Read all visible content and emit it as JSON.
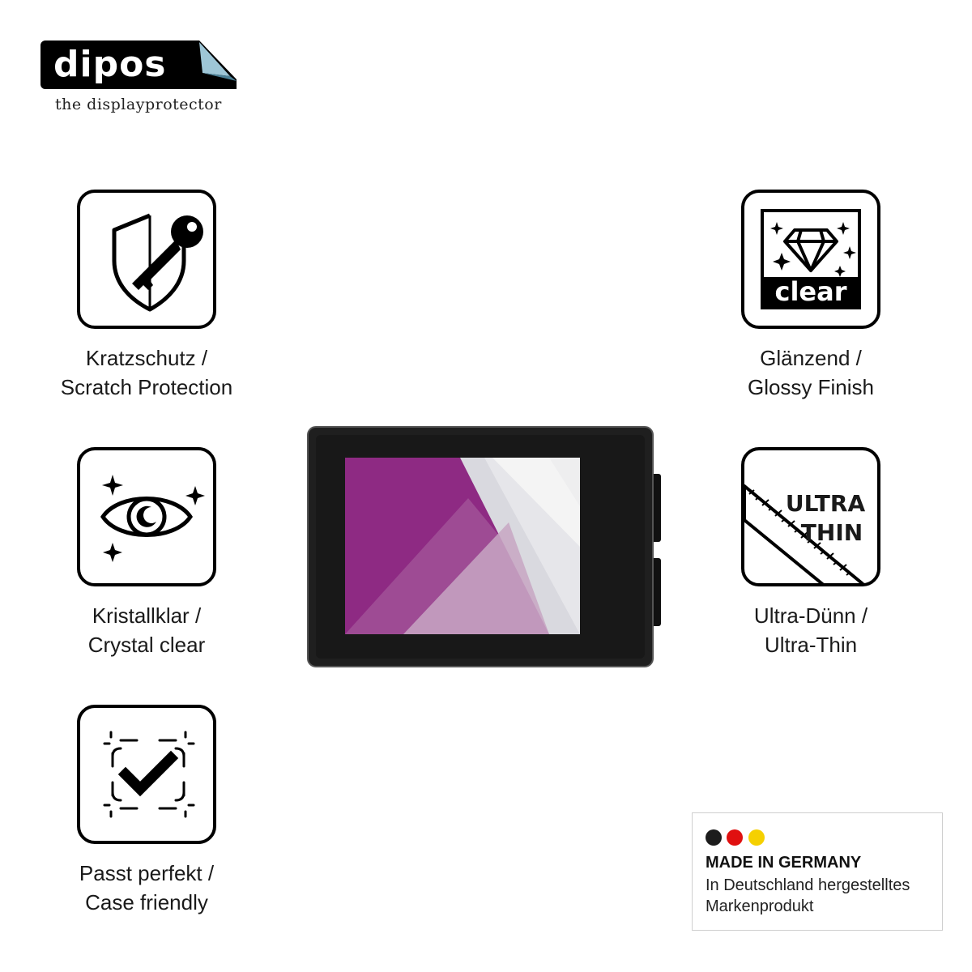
{
  "brand": {
    "name": "dipos",
    "tagline": "the displayprotector"
  },
  "features": [
    {
      "id": "scratch",
      "icon": "shield-key-icon",
      "line1": "Kratzschutz /",
      "line2": "Scratch Protection"
    },
    {
      "id": "crystal",
      "icon": "eye-sparkle-icon",
      "line1": "Kristallklar /",
      "line2": "Crystal clear"
    },
    {
      "id": "case",
      "icon": "checkmark-frame-icon",
      "line1": "Passt perfekt /",
      "line2": "Case friendly"
    },
    {
      "id": "glossy",
      "icon": "diamond-clear-icon",
      "badge": "clear",
      "line1": "Glänzend /",
      "line2": "Glossy Finish"
    },
    {
      "id": "thin",
      "icon": "ruler-ultra-thin-icon",
      "badge_line1": "ULTRA",
      "badge_line2": "THIN",
      "line1": "Ultra-Dünn /",
      "line2": "Ultra-Thin"
    }
  ],
  "made_in": {
    "title": "MADE IN GERMANY",
    "line1": "In Deutschland hergestelltes",
    "line2": "Markenprodukt",
    "flag_colors": [
      "#1c1c1c",
      "#e01010",
      "#f5d000"
    ]
  },
  "colors": {
    "screen_magenta": "#8e2a83",
    "camera_body": "#1f1f1f"
  }
}
